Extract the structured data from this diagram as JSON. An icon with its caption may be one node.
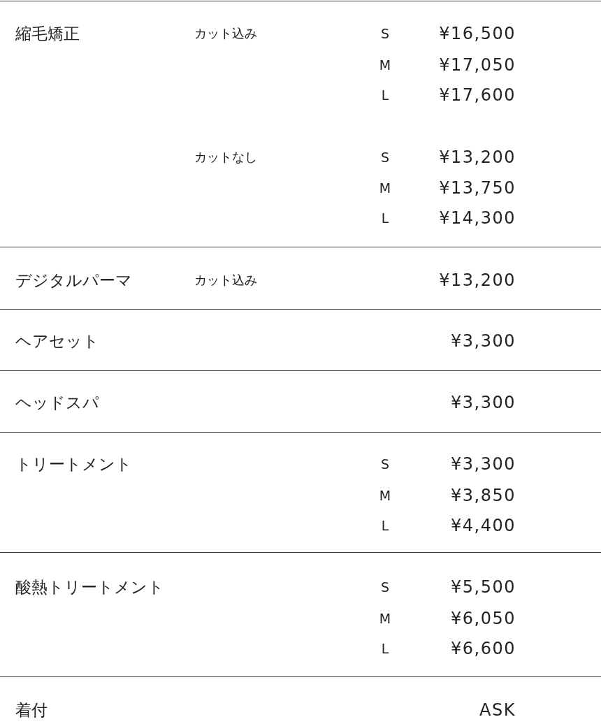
{
  "diagram": {
    "labels": [
      "縮毛矯正",
      "カット込み",
      "S",
      "¥16,500",
      "M",
      "¥17,050",
      "L",
      "¥17,600",
      "カットなし",
      "S",
      "¥13,200",
      "M",
      "¥13,750",
      "L",
      "¥14,300",
      "デジタルパーマ",
      "カット込み",
      "¥13,200",
      "ヘアセット",
      "¥3,300",
      "ヘッドスパ",
      "¥3,300",
      "トリートメント",
      "S",
      "¥3,300",
      "M",
      "¥3,850",
      "L",
      "¥4,400",
      "酸熱トリートメント",
      "S",
      "¥5,500",
      "M",
      "¥6,050",
      "L",
      "¥6,600",
      "着付",
      "ASK"
    ]
  }
}
